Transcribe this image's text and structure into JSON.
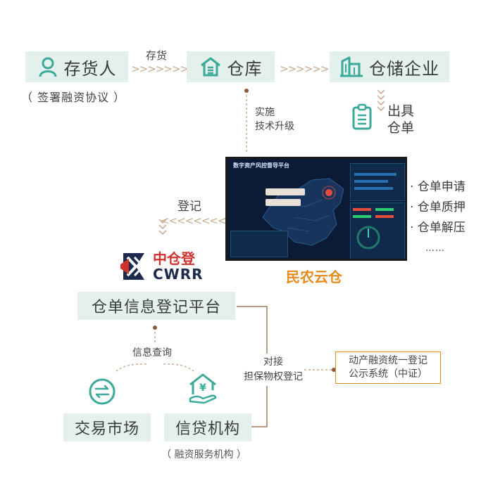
{
  "nodes": {
    "depositor": "存货人",
    "depositor_note": "（ 签署融资协议 ）",
    "warehouse": "仓库",
    "storage_company": "仓储企业",
    "issue_receipt_line1": "出具",
    "issue_receipt_line2": "仓单",
    "registry_platform": "仓单信息登记平台",
    "trade_market": "交易市场",
    "credit_institution": "信贷机构",
    "credit_note": "（ 融资服务机构 ）",
    "dashboard_caption": "民农云仓",
    "dashboard_title": "数字资产风控督导平台",
    "unified_registry_line1": "动产融资统一登记",
    "unified_registry_line2": "公示系统（中证）"
  },
  "labels": {
    "deposit": "存货",
    "upgrade_line1": "实施",
    "upgrade_line2": "技术升级",
    "register": "登记",
    "info_query": "信息查询",
    "connect_line1": "对接",
    "connect_line2": "担保物权登记"
  },
  "arrows": {
    "right_long": ">>>>>>>>",
    "right_short": ">>>>>>>",
    "left_register": "<<<<<<<<"
  },
  "services": [
    "· 仓单申请",
    "· 仓单质押",
    "· 仓单解压",
    "……"
  ],
  "logo": {
    "cn": "中仓登",
    "en": "CWRR"
  },
  "colors": {
    "box_bg": "#e3f0ec",
    "teal_icon": "#3aa99a",
    "arrow": "#c8a98e",
    "accent_orange": "#e68a1e",
    "brown_dot": "#8a5a3c",
    "logo_red": "#d0312d",
    "logo_navy": "#1d2a4d"
  }
}
